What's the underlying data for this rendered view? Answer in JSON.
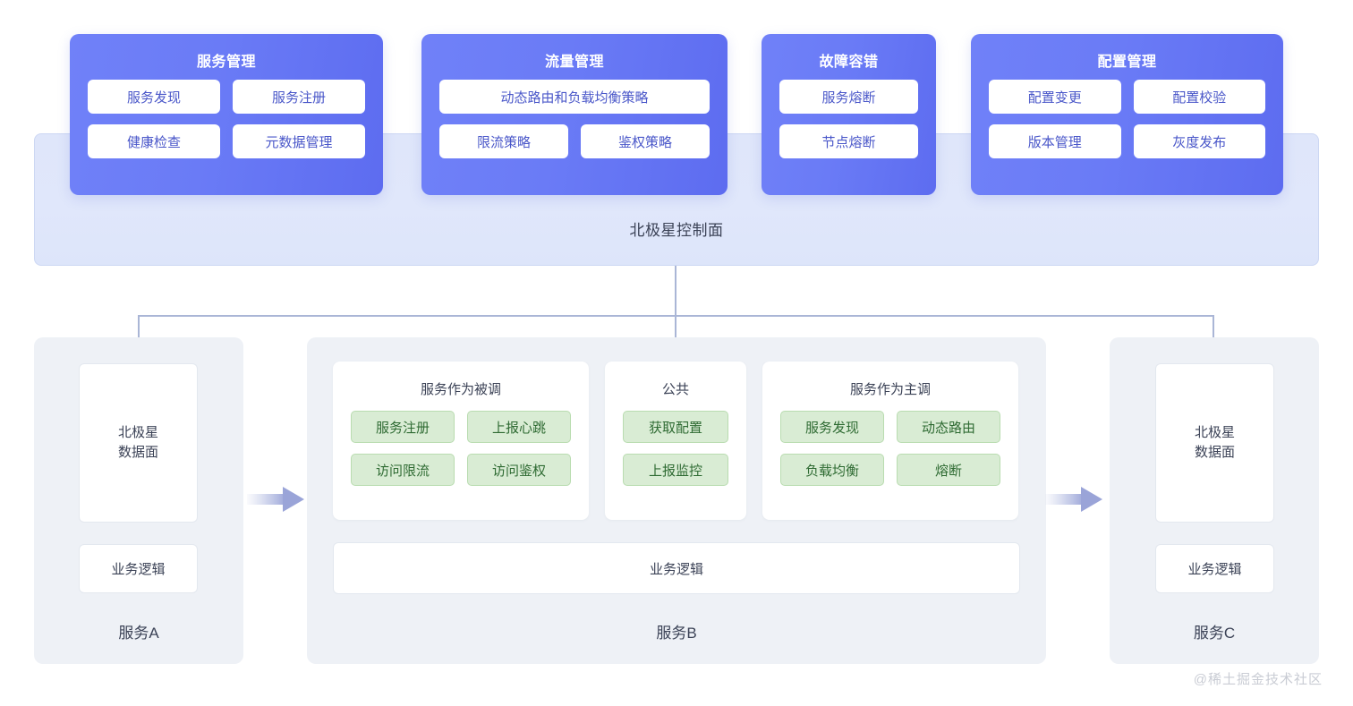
{
  "control_plane": {
    "label": "北极星控制面",
    "panels": [
      {
        "id": "service-management",
        "title": "服务管理",
        "rows": [
          [
            "服务发现",
            "服务注册"
          ],
          [
            "健康检查",
            "元数据管理"
          ]
        ]
      },
      {
        "id": "traffic-management",
        "title": "流量管理",
        "rows": [
          [
            "动态路由和负载均衡策略"
          ],
          [
            "限流策略",
            "鉴权策略"
          ]
        ]
      },
      {
        "id": "fault-tolerance",
        "title": "故障容错",
        "rows": [
          [
            "服务熔断"
          ],
          [
            "节点熔断"
          ]
        ]
      },
      {
        "id": "config-management",
        "title": "配置管理",
        "rows": [
          [
            "配置变更",
            "配置校验"
          ],
          [
            "版本管理",
            "灰度发布"
          ]
        ]
      }
    ]
  },
  "data_plane": {
    "service_a": {
      "caption": "服务A",
      "dataplane_label": "北极星\n数据面",
      "business_label": "业务逻辑"
    },
    "service_c": {
      "caption": "服务C",
      "dataplane_label": "北极星\n数据面",
      "business_label": "业务逻辑"
    },
    "service_b": {
      "caption": "服务B",
      "business_label": "业务逻辑",
      "groups": [
        {
          "id": "callee",
          "title": "服务作为被调",
          "rows": [
            [
              "服务注册",
              "上报心跳"
            ],
            [
              "访问限流",
              "访问鉴权"
            ]
          ]
        },
        {
          "id": "common",
          "title": "公共",
          "rows": [
            [
              "获取配置"
            ],
            [
              "上报监控"
            ]
          ]
        },
        {
          "id": "caller",
          "title": "服务作为主调",
          "rows": [
            [
              "服务发现",
              "动态路由"
            ],
            [
              "负载均衡",
              "熔断"
            ]
          ]
        }
      ]
    }
  },
  "flow": {
    "arrow_a_to_b": "arrow-right-icon",
    "arrow_b_to_c": "arrow-right-icon"
  },
  "watermark": "@稀土掘金技术社区",
  "colors": {
    "panel_blue_start": "#7081f8",
    "panel_blue_end": "#5d6cf0",
    "band_bg": "#dfe6fa",
    "pill_text_blue": "#4a57c9",
    "green_pill_bg": "#d9ecd4",
    "green_pill_border": "#b9dcb0",
    "green_pill_text": "#2f6b33",
    "svc_box_bg": "#eef1f6",
    "connector": "#aab6d6",
    "arrow_head": "#9aa4d8"
  }
}
